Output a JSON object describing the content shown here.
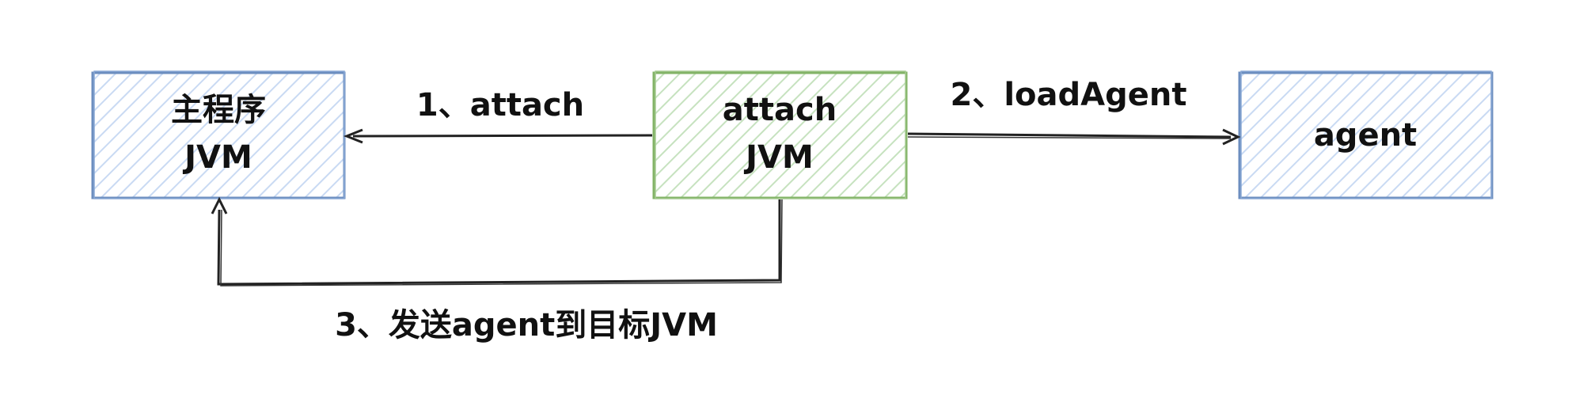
{
  "nodes": {
    "main_jvm": {
      "line1": "主程序",
      "line2": "JVM",
      "fill": "#dae8fc",
      "stroke": "#6c8ebf"
    },
    "attach_jvm": {
      "line1": "attach",
      "line2": "JVM",
      "fill": "#d5e8d4",
      "stroke": "#82b366"
    },
    "agent": {
      "line1": "agent",
      "fill": "#dae8fc",
      "stroke": "#6c8ebf"
    }
  },
  "edges": {
    "attach": {
      "label": "1、attach"
    },
    "load_agent": {
      "label": "2、loadAgent"
    },
    "send_agent": {
      "label": "3、发送agent到目标JVM"
    }
  },
  "colors": {
    "line": "#222222",
    "text": "#111111"
  }
}
